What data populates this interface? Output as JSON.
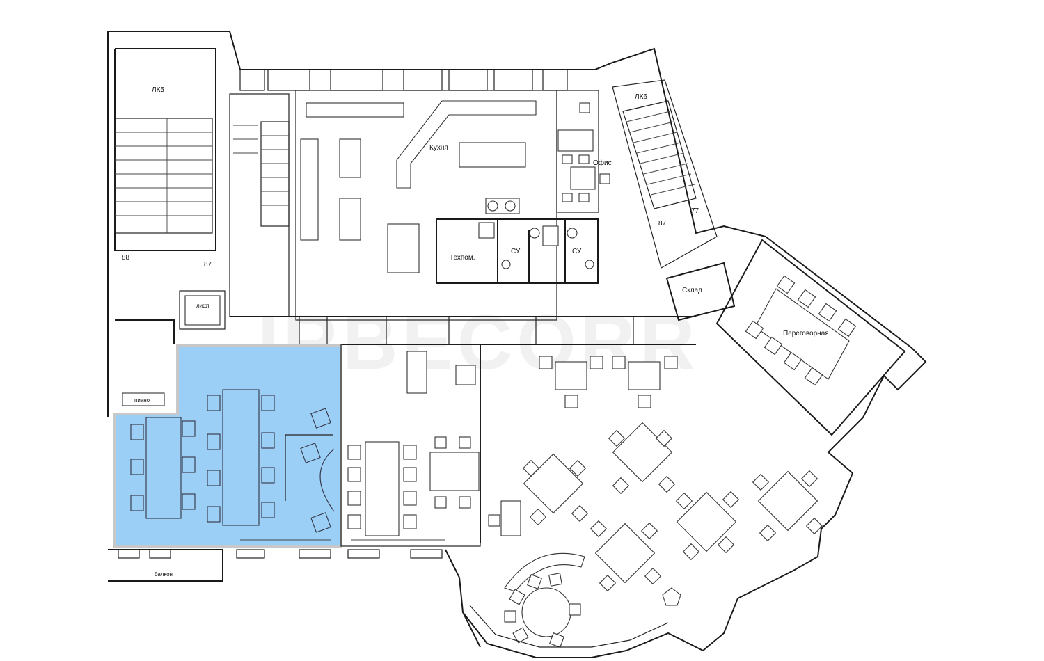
{
  "labels": {
    "lk5": "ЛК5",
    "lk6": "ЛК6",
    "kitchen": "Кухня",
    "office": "Офис",
    "techroom": "Техпом.",
    "wc1": "СУ",
    "wc2": "СУ",
    "storage": "Склад",
    "meeting": "Переговорная",
    "lift": "лифт",
    "piano": "пиано",
    "balcony": "балкон",
    "n88": "88",
    "n87a": "87",
    "n87b": "87",
    "n77": "77"
  },
  "watermark": "IRBECORR",
  "colors": {
    "highlight": "#9ccff6"
  }
}
